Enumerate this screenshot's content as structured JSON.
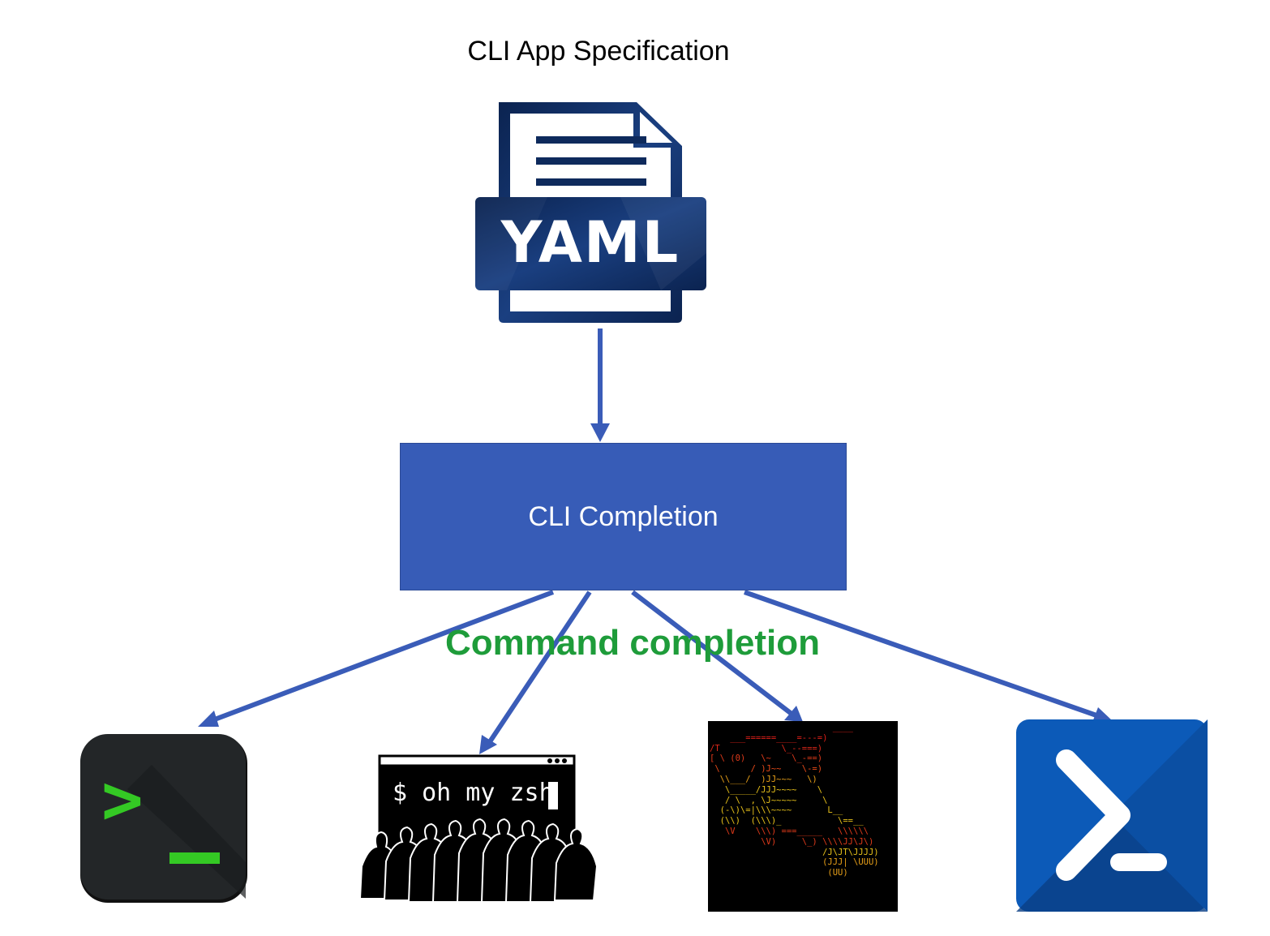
{
  "diagram": {
    "title": "CLI App Specification",
    "source_icon": {
      "name": "yaml-file-icon",
      "label": "YAML"
    },
    "process": {
      "label": "CLI Completion"
    },
    "edge_label": "Command completion",
    "targets": [
      {
        "icon": "terminal-icon",
        "glyph_prompt": ">",
        "glyph_cursor": "_"
      },
      {
        "icon": "oh-my-zsh-icon",
        "text": "$ oh my zsh"
      },
      {
        "icon": "bash-ascii-art-icon",
        "art": "                        ____\n    ___======____=---=)\n/T            \\_--===)\n[ \\ (0)   \\~    \\_-==)\n \\      / )J~~    \\-=)\n  \\\\___/  )JJ~~~   \\)\n   \\_____/JJJ~~~~    \\\n   / \\  , \\J~~~~~     \\\n  (-\\)\\=|\\\\\\~~~~       L__\n  (\\\\)  (\\\\\\)_           \\==__\n   \\V    \\\\\\) ===_____   \\\\\\\\\\\\\n          \\V)     \\_) \\\\\\\\JJ\\J\\)\n                      /J\\JT\\JJJJ)\n                      (JJJ| \\UUU)\n                       (UU)"
      },
      {
        "icon": "powershell-icon"
      }
    ],
    "colors": {
      "process_fill": "#375cb7",
      "arrow": "#3a5cb8",
      "edge_label": "#1e9c3a",
      "yaml_navy": "#0e2a5c"
    }
  }
}
